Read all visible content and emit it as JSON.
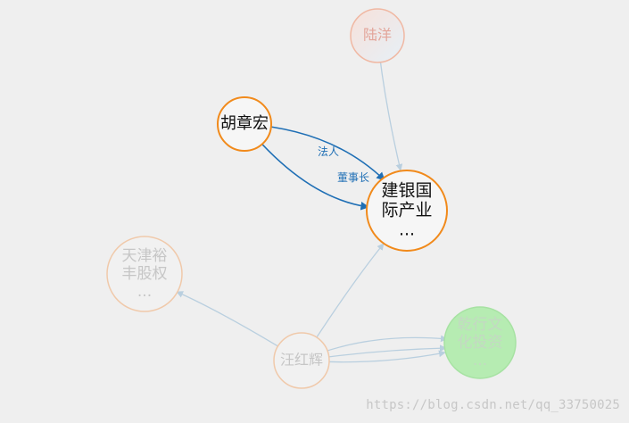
{
  "graph": {
    "nodes": [
      {
        "id": "luyang",
        "lines": [
          "陆洋"
        ],
        "role": "faded",
        "fill": "#f7e1da",
        "stroke": "#f0b8a3",
        "text": "#e3a59a"
      },
      {
        "id": "huzhanghong",
        "lines": [
          "胡章宏"
        ],
        "role": "active",
        "fill": "#f6f6f6",
        "stroke": "#f18a1b",
        "text": "#111111"
      },
      {
        "id": "jianyin",
        "lines": [
          "建银国",
          "际产业",
          "..."
        ],
        "role": "active",
        "fill": "#f6f6f6",
        "stroke": "#f18a1b",
        "text": "#111111"
      },
      {
        "id": "tianjin",
        "lines": [
          "天津裕",
          "丰股权",
          "..."
        ],
        "role": "faded",
        "fill": "#f1f1f1",
        "stroke": "#f0c9aa",
        "text": "#c6c6c6"
      },
      {
        "id": "wanghonghui",
        "lines": [
          "汪红辉"
        ],
        "role": "faded",
        "fill": "#f1f1f1",
        "stroke": "#f0c9aa",
        "text": "#c6c6c6"
      },
      {
        "id": "qianxing",
        "lines": [
          "乾行文",
          "化投资",
          "..."
        ],
        "role": "faded",
        "fill": "#b6ecb2",
        "stroke": "#a7e2a3",
        "text": "#c4d8c3"
      }
    ],
    "edges": [
      {
        "from": "huzhanghong",
        "to": "jianyin",
        "label": "法人",
        "color": "#1f6fb5"
      },
      {
        "from": "huzhanghong",
        "to": "jianyin",
        "label": "董事长",
        "color": "#1f6fb5"
      },
      {
        "from": "luyang",
        "to": "jianyin",
        "label": "",
        "color": "#b9cfdf"
      },
      {
        "from": "wanghonghui",
        "to": "jianyin",
        "label": "",
        "color": "#b9cfdf"
      },
      {
        "from": "wanghonghui",
        "to": "tianjin",
        "label": "",
        "color": "#b9cfdf"
      },
      {
        "from": "wanghonghui",
        "to": "qianxing",
        "label": "",
        "color": "#b9cfdf"
      },
      {
        "from": "wanghonghui",
        "to": "qianxing",
        "label": "",
        "color": "#b9cfdf"
      },
      {
        "from": "wanghonghui",
        "to": "qianxing",
        "label": "",
        "color": "#b9cfdf"
      }
    ]
  },
  "watermark": "https://blog.csdn.net/qq_33750025"
}
